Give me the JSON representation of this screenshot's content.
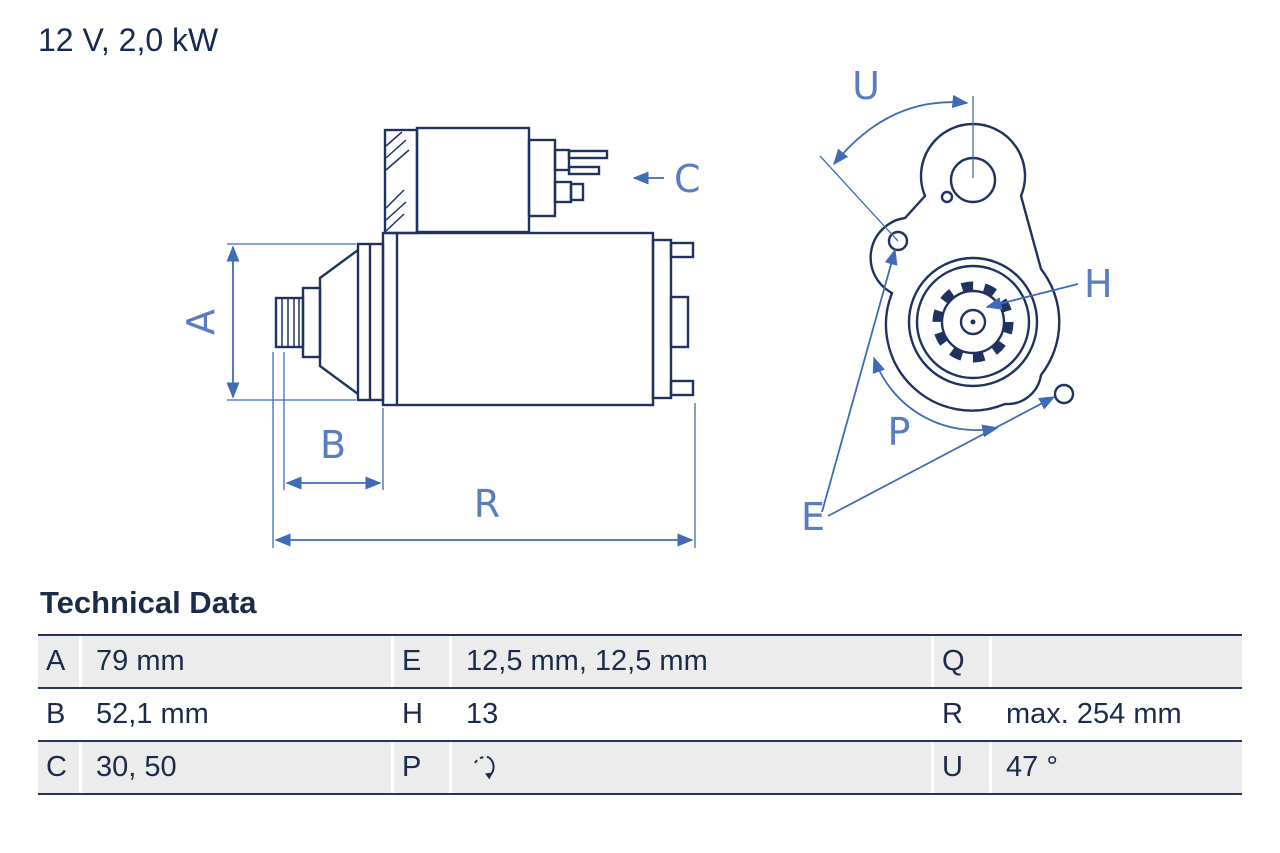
{
  "title": "12 V, 2,0 kW",
  "diagram": {
    "labels": {
      "A": "A",
      "B": "B",
      "C": "C",
      "R": "R",
      "U": "U",
      "H": "H",
      "P": "P",
      "E": "E"
    }
  },
  "table": {
    "heading": "Technical Data",
    "rows": [
      {
        "cells": [
          {
            "key": "A",
            "value": "79 mm"
          },
          {
            "key": "E",
            "value": "12,5 mm, 12,5 mm"
          },
          {
            "key": "Q",
            "value": ""
          }
        ]
      },
      {
        "cells": [
          {
            "key": "B",
            "value": "52,1 mm"
          },
          {
            "key": "H",
            "value": "13"
          },
          {
            "key": "R",
            "value": "max. 254 mm"
          }
        ]
      },
      {
        "cells": [
          {
            "key": "C",
            "value": "30, 50"
          },
          {
            "key": "P",
            "value": ""
          },
          {
            "key": "U",
            "value": "47 °"
          }
        ]
      }
    ]
  },
  "colors": {
    "outline": "#20335f",
    "dimension_line": "#3f6cb5",
    "dimension_label": "#5b7cc0",
    "table_border": "#25355e",
    "row_shade": "#ececec",
    "text": "#1d2b4a"
  }
}
